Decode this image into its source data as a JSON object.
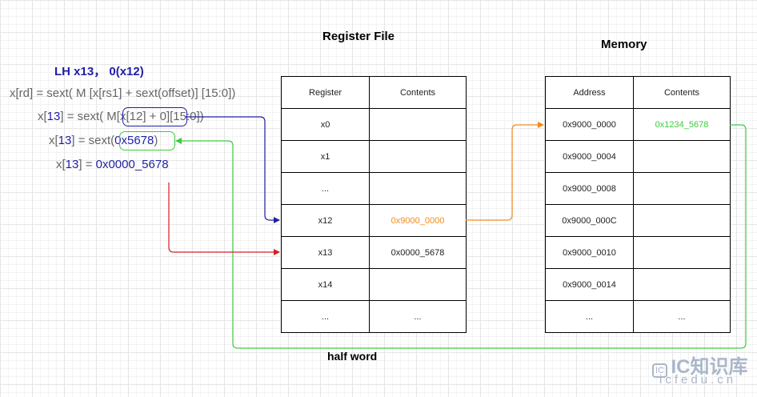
{
  "titles": {
    "register_file": "Register File",
    "memory": "Memory"
  },
  "instruction": "LH x13， 0(x12)",
  "equations": {
    "line1": "x[rd] = sext( M [x[rs1] + sext(offset)] [15:0])",
    "line2": {
      "pre": "x[",
      "reg": "13",
      "mid": "] = sext( M",
      "open": "[",
      "addr": "x[12] + 0",
      "close": "]",
      "post": "[15:0])"
    },
    "line3": {
      "pre": "x[",
      "reg": "13",
      "mid": "] = sext(",
      "val": "0x5678",
      "post": ")"
    },
    "line4": {
      "pre": "x[",
      "reg": "13",
      "mid": "] = ",
      "val": "0x0000_5678"
    }
  },
  "register_table": {
    "headers": [
      "Register",
      "Contents"
    ],
    "rows": [
      [
        "x0",
        ""
      ],
      [
        "x1",
        ""
      ],
      [
        "...",
        ""
      ],
      [
        "x12",
        "0x9000_0000"
      ],
      [
        "x13",
        "0x0000_5678"
      ],
      [
        "x14",
        ""
      ],
      [
        "...",
        "..."
      ]
    ]
  },
  "memory_table": {
    "headers": [
      "Address",
      "Contents"
    ],
    "rows": [
      [
        "0x9000_0000",
        "0x1234_5678"
      ],
      [
        "0x9000_0004",
        ""
      ],
      [
        "0x9000_0008",
        ""
      ],
      [
        "0x9000_000C",
        ""
      ],
      [
        "0x9000_0010",
        ""
      ],
      [
        "0x9000_0014",
        ""
      ],
      [
        "...",
        "..."
      ]
    ]
  },
  "half_word_label": "half word",
  "watermark": {
    "logo": "IC",
    "word": "IC知识库",
    "sub": "icfedu.cn"
  },
  "colors": {
    "blue": "#1f1fa6",
    "orange": "#f28a1c",
    "green": "#3ccc3c",
    "red": "#d42020"
  }
}
